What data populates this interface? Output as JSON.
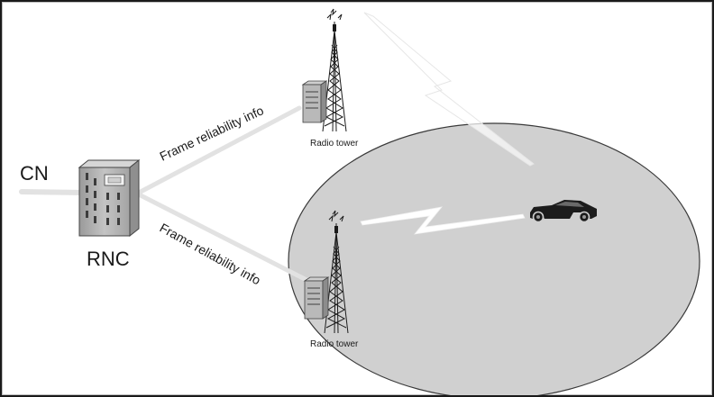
{
  "labels": {
    "cn": "CN",
    "rnc": "RNC",
    "link_top": "Frame reliability info",
    "link_bottom": "Frame reliability info",
    "tower_top": "Radio tower",
    "tower_bottom": "Radio tower"
  },
  "colors": {
    "cell_fill": "#d0d0d0",
    "cell_stroke": "#3a3a3a",
    "link": "#e4e4e4",
    "equipment": "#b9b9b9",
    "car": "#1c1c1c"
  },
  "icons": {
    "rnc": "server-cabinet-icon",
    "tower": "radio-tower-icon",
    "car": "car-icon"
  }
}
